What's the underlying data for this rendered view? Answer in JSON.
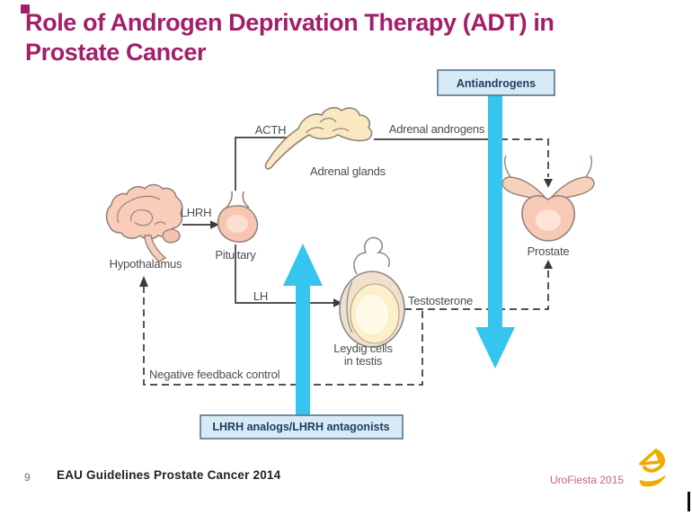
{
  "slide": {
    "title": {
      "line1": "Role of Androgen Deprivation Therapy (ADT) in",
      "line2": "Prostate Cancer",
      "color": "#a21f6a"
    },
    "diagram": {
      "hormone_labels": {
        "acth": "ACTH",
        "lhrh": "LHRH",
        "lh": "LH",
        "adrenal_androgens": "Adrenal androgens",
        "testosterone": "Testosterone"
      },
      "organ_labels": {
        "hypothalamus": "Hypothalamus",
        "pituitary": "Pituitary",
        "adrenal_glands": "Adrenal glands",
        "leydig_line1": "Leydig cells",
        "leydig_line2": "in testis",
        "prostate": "Prostate"
      },
      "feedback_label": "Negative feedback control",
      "therapy_boxes": {
        "antiandrogens": "Antiandrogens",
        "lhrh_analogs": "LHRH analogs/LHRH antagonists"
      },
      "colors": {
        "therapy_arrow": "#35c5ef",
        "box_fill": "#d8eaf6",
        "box_border": "#56758c",
        "box_text": "#1d3f5e",
        "line": "#3a3a3a",
        "label_text": "#4c4d4f"
      }
    },
    "footer": {
      "slide_number": "9",
      "reference": "EAU Guidelines Prostate Cancer 2014",
      "event": "UroFiesta 2015",
      "logo": "astrazeneca-logo",
      "logo_color": "#f0ab00"
    }
  }
}
